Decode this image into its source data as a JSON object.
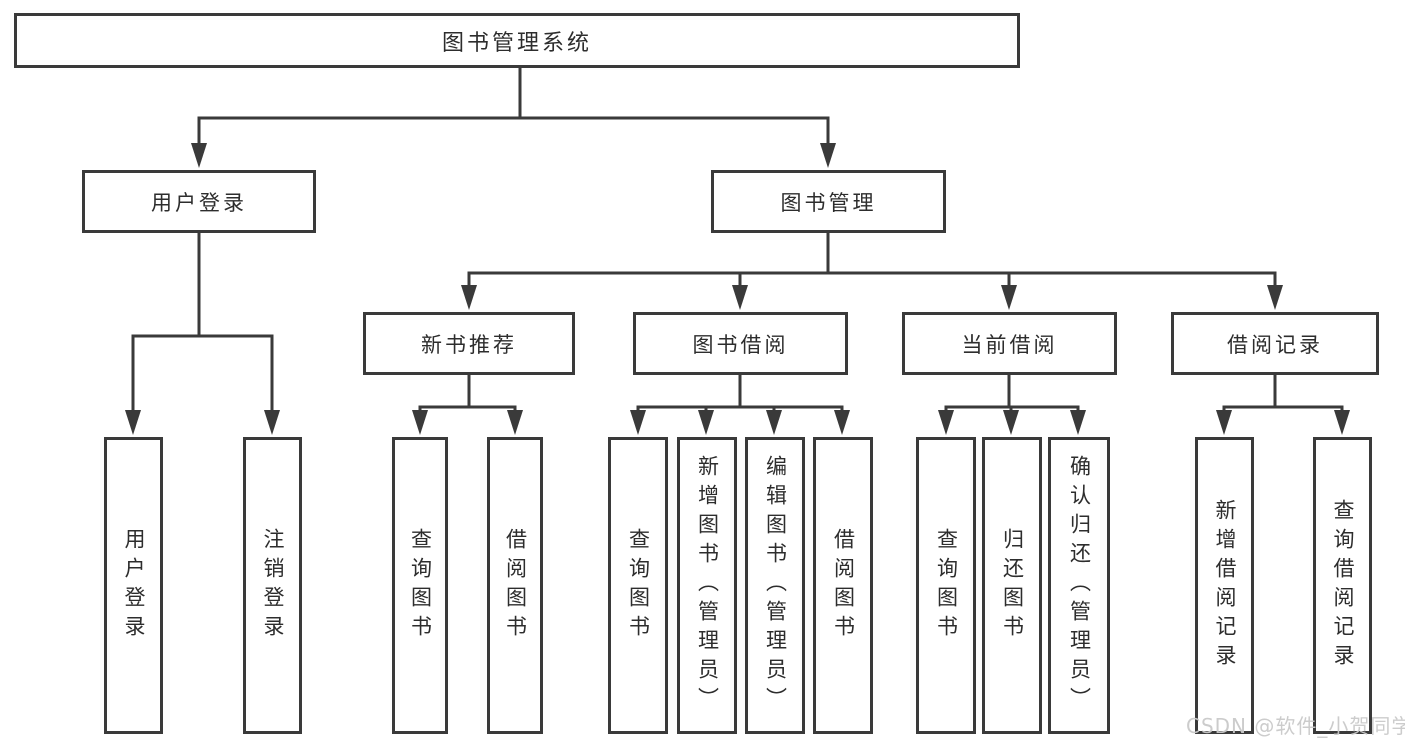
{
  "diagram": {
    "watermark": "CSDN @软件_小贺同学",
    "colors": {
      "line": "#3a3a3a",
      "text": "#2d2d2d",
      "watermark": "#c9c9c9",
      "background": "#ffffff"
    },
    "nodes": {
      "root": {
        "label": "图书管理系统"
      },
      "user_login": {
        "label": "用户登录"
      },
      "book_management": {
        "label": "图书管理"
      },
      "new_book_recommendation": {
        "label": "新书推荐"
      },
      "book_borrowing": {
        "label": "图书借阅"
      },
      "current_borrowing": {
        "label": "当前借阅"
      },
      "borrowing_records": {
        "label": "借阅记录"
      },
      "leaf_user_login": {
        "label": "用户登录"
      },
      "leaf_logout": {
        "label": "注销登录"
      },
      "leaf_query_books_1": {
        "label": "查询图书"
      },
      "leaf_borrow_books_1": {
        "label": "借阅图书"
      },
      "leaf_query_books_2": {
        "label": "查询图书"
      },
      "leaf_add_books_admin": {
        "label": "新增图书（管理员）"
      },
      "leaf_edit_books_admin": {
        "label": "编辑图书（管理员）"
      },
      "leaf_borrow_books_2": {
        "label": "借阅图书"
      },
      "leaf_query_books_3": {
        "label": "查询图书"
      },
      "leaf_return_books": {
        "label": "归还图书"
      },
      "leaf_confirm_return_admin": {
        "label": "确认归还（管理员）"
      },
      "leaf_add_borrow_record": {
        "label": "新增借阅记录"
      },
      "leaf_query_borrow_record": {
        "label": "查询借阅记录"
      }
    }
  }
}
